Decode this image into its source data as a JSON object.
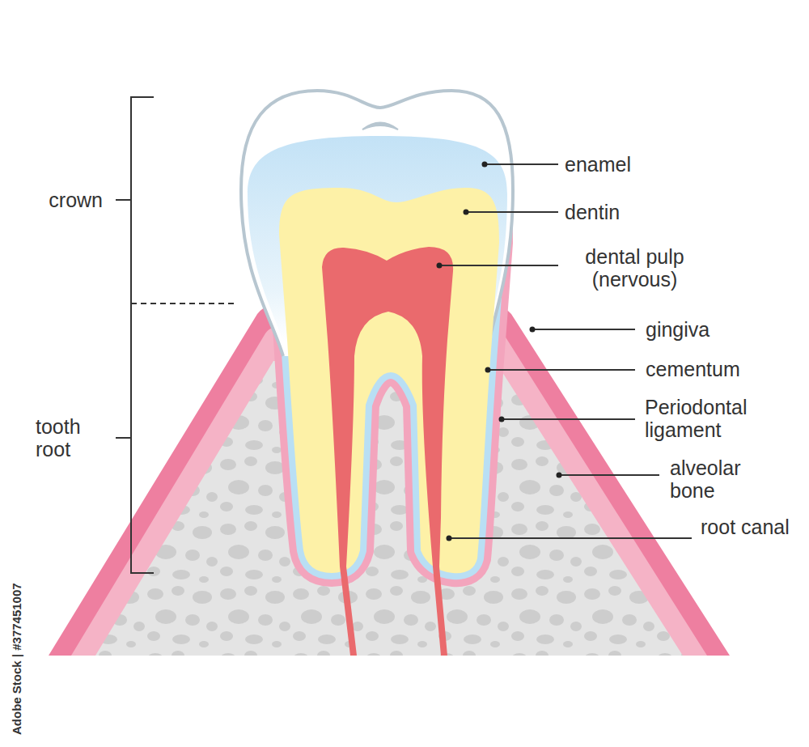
{
  "diagram": {
    "labels": [
      "crown",
      "tooth root",
      "enamel",
      "dentin",
      "dental pulp (nervous)",
      "gingiva",
      "cementum",
      "Periodontal ligament",
      "alveolar bone",
      "root canal",
      "Adobe Stock | #377451007"
    ]
  }
}
